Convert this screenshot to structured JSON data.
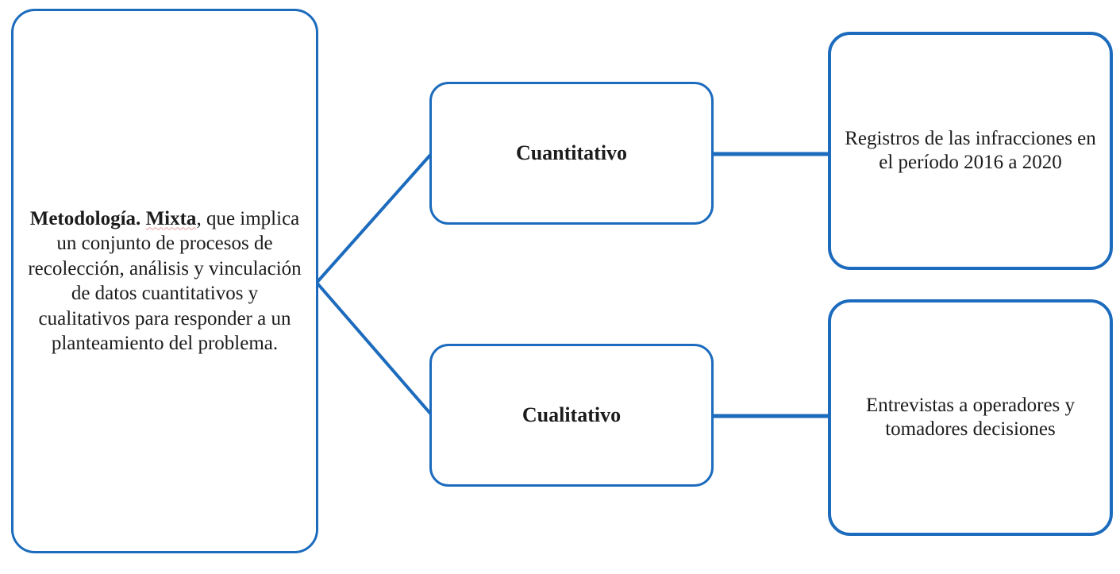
{
  "diagram": {
    "accent_color": "#1c6bbd",
    "text_color": "#1c1c1c",
    "root": {
      "bold_lead": "Metodología. ",
      "bold_underlined_word": "Mixta",
      "body_text": ", que implica un conjunto de procesos de recolección, análisis y vinculación de datos cuantitativos y cualitativos para responder a un planteamiento del problema."
    },
    "branches": [
      {
        "label": "Cuantitativo",
        "detail": "Registros de las infracciones en el período 2016 a 2020"
      },
      {
        "label": "Cualitativo",
        "detail": "Entrevistas a operadores y tomadores decisiones"
      }
    ]
  }
}
